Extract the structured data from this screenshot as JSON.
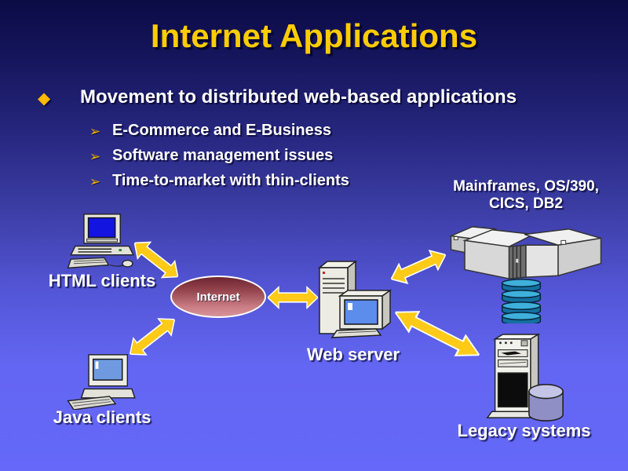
{
  "title": "Internet Applications",
  "bullets": {
    "marker_glyph": "◆",
    "sub_marker_glyph": "➢",
    "main": "Movement to distributed web-based applications",
    "sub": [
      "E-Commerce and E-Business",
      "Software management issues",
      "Time-to-market with thin-clients"
    ]
  },
  "diagram": {
    "internet_label": "Internet",
    "html_clients_label": "HTML clients",
    "java_clients_label": "Java clients",
    "web_server_label": "Web server",
    "mainframes_label_line1": "Mainframes, OS/390,",
    "mainframes_label_line2": "CICS, DB2",
    "legacy_label": "Legacy systems",
    "connections": [
      {
        "from": "html-clients",
        "to": "internet",
        "style": "double-headed-arrow"
      },
      {
        "from": "java-clients",
        "to": "internet",
        "style": "double-headed-arrow"
      },
      {
        "from": "internet",
        "to": "web-server",
        "style": "double-headed-arrow"
      },
      {
        "from": "web-server",
        "to": "mainframes",
        "style": "double-headed-arrow"
      },
      {
        "from": "web-server",
        "to": "legacy-systems",
        "style": "double-headed-arrow"
      }
    ]
  },
  "colors": {
    "background_top": "#0b0b46",
    "background_bottom": "#6568f8",
    "title_text": "#ffcc00",
    "bullet_marker": "#ffb900",
    "body_text": "#ffffff",
    "arrow_fill": "#ffca18",
    "internet_ellipse_top": "#6e2530",
    "internet_ellipse_bottom": "#d8939a",
    "mainframe_disks": "#1778ab",
    "legacy_cylinder": "#9a9ace",
    "client_screen_html": "#1414e0",
    "client_screen_java": "#6f9ae0"
  }
}
